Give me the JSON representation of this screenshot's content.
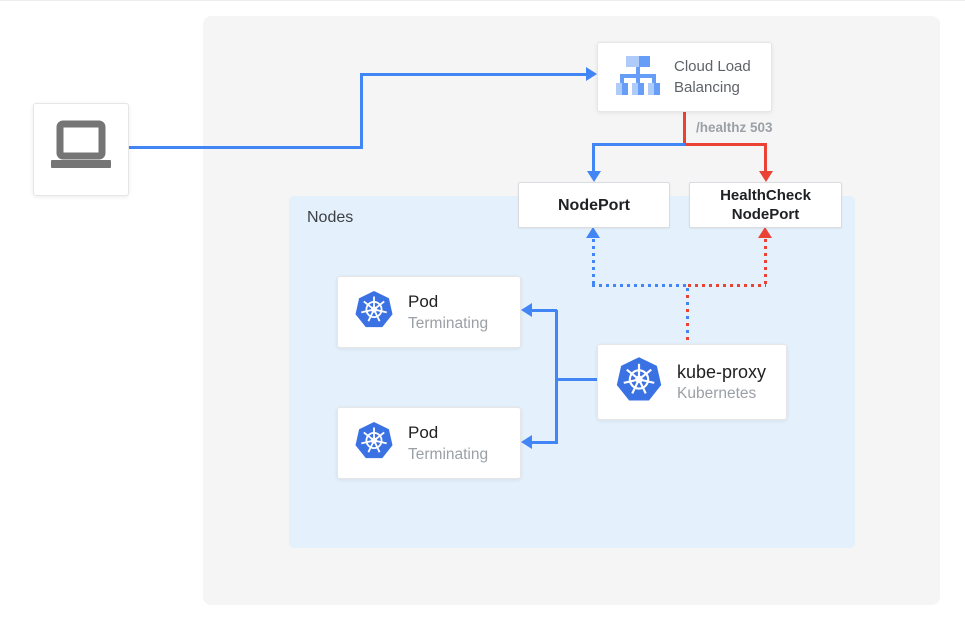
{
  "diagram": {
    "client": {
      "name": "external client laptop"
    },
    "cloud_load_balancing": {
      "label_line1": "Cloud Load",
      "label_line2": "Balancing"
    },
    "healthz_label": "/healthz 503",
    "nodes_container": {
      "label": "Nodes"
    },
    "nodeport": {
      "label": "NodePort"
    },
    "healthcheck_nodeport": {
      "label_line1": "HealthCheck",
      "label_line2": "NodePort"
    },
    "pods": [
      {
        "title": "Pod",
        "subtitle": "Terminating"
      },
      {
        "title": "Pod",
        "subtitle": "Terminating"
      }
    ],
    "kube_proxy": {
      "title": "kube-proxy",
      "subtitle": "Kubernetes"
    },
    "colors": {
      "traffic_blue": "#4285f4",
      "healthcheck_red": "#ea4335",
      "nodes_background": "#e4f1fc",
      "panel_background": "#f5f5f6",
      "kubernetes_blue": "#3b72e3",
      "icon_gray": "#757575",
      "muted_text": "#9aa0a6",
      "clb_icon_light": "#aecbfa",
      "clb_icon_medium": "#669df6"
    }
  }
}
